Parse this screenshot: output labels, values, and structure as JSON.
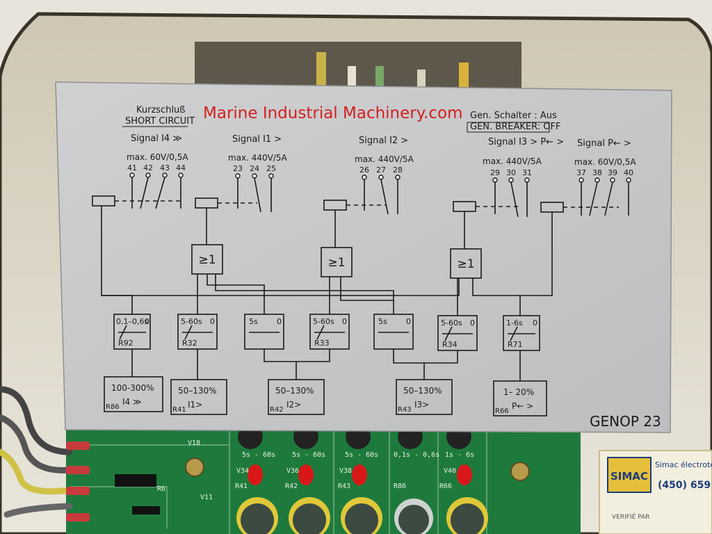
{
  "watermark": "Marine Industrial Machinery.com",
  "panel": {
    "model": "GENOP 23",
    "header_left_de": "Kurzschluß",
    "header_left_en": "SHORT CIRCUIT",
    "header_right_de": "Gen. Schalter : Aus",
    "header_right_en": "GEN. BREAKER: OFF"
  },
  "signals": [
    {
      "label": "Signal I4 ≫",
      "rating": "max. 60V/0,5A",
      "terminals": [
        "41",
        "42",
        "43",
        "44"
      ]
    },
    {
      "label": "Signal I1 >",
      "rating": "max. 440V/5A",
      "terminals": [
        "23",
        "24",
        "25"
      ]
    },
    {
      "label": "Signal I2 >",
      "rating": "max. 440V/5A",
      "terminals": [
        "26",
        "27",
        "28"
      ]
    },
    {
      "label": "Signal I3 > P← >",
      "rating": "max. 440V/5A",
      "terminals": [
        "29",
        "30",
        "31"
      ]
    },
    {
      "label": "Signal P← >",
      "rating": "max. 60V/0,5A",
      "terminals": [
        "37",
        "38",
        "39",
        "40"
      ]
    }
  ],
  "or_gates": [
    "≥1",
    "≥1",
    "≥1"
  ],
  "timers": [
    {
      "range": "0,1–0,6s",
      "zero": "0",
      "ref": "R92"
    },
    {
      "range": "5-60s",
      "zero": "0",
      "ref": "R32"
    },
    {
      "range": "5s",
      "zero": "0",
      "ref": ""
    },
    {
      "range": "5-60s",
      "zero": "0",
      "ref": "R33"
    },
    {
      "range": "5s",
      "zero": "0",
      "ref": ""
    },
    {
      "range": "5-60s",
      "zero": "0",
      "ref": "R34"
    },
    {
      "range": "1-6s",
      "zero": "0",
      "ref": "R71"
    }
  ],
  "setpoints": [
    {
      "range": "100-300%",
      "ref": "R86",
      "signal": "I4 ≫"
    },
    {
      "range": "50–130%",
      "ref": "R41",
      "signal": "I1>"
    },
    {
      "range": "50–130%",
      "ref": "R42",
      "signal": "I2>"
    },
    {
      "range": "50–130%",
      "ref": "R43",
      "signal": "I3>"
    },
    {
      "range": "1– 20%",
      "ref": "R66",
      "signal": "P← >"
    }
  ],
  "pcb": {
    "timer_labels": [
      "5s - 60s",
      "5s - 60s",
      "5s - 60s",
      "0,1s - 0,6s",
      "1s - 6s"
    ],
    "pot_labels": [
      "R41",
      "R42",
      "R43",
      "R86",
      "R66"
    ],
    "led_labels": [
      "V34",
      "V36",
      "V38",
      "V40"
    ],
    "misc_labels": [
      "V18",
      "V11",
      "R6"
    ]
  },
  "sticker": {
    "brand": "SIMAC",
    "company": "Simac électrote",
    "phone": "(450) 659",
    "verified": "VERIFIÉ PAR"
  },
  "colors": {
    "panel": "#c7c8c9",
    "pcb": "#1e7a3c",
    "watermark": "#d41f1f",
    "led": "#d81818"
  }
}
